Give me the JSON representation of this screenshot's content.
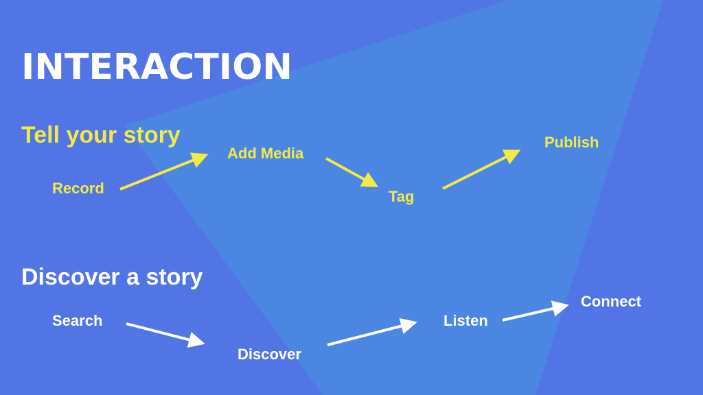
{
  "slide": {
    "title": "INTERACTION"
  },
  "colors": {
    "background": "#5275e6",
    "light_beam": "#4b86e3",
    "tell_accent": "#f3ea45",
    "discover_accent": "#ffffff"
  },
  "tell_section": {
    "heading": "Tell your story",
    "steps": [
      "Record",
      "Add Media",
      "Tag",
      "Publish"
    ]
  },
  "discover_section": {
    "heading": "Discover a story",
    "steps": [
      "Search",
      "Discover",
      "Listen",
      "Connect"
    ]
  }
}
